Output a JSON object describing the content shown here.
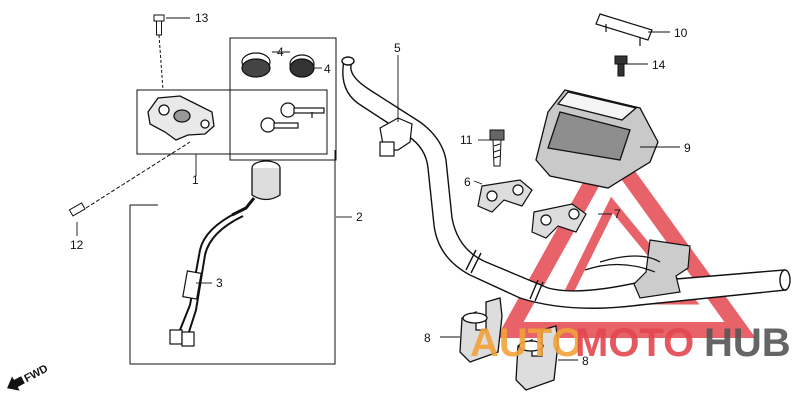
{
  "callouts": {
    "c1": "1",
    "c2": "2",
    "c3": "3",
    "c4a": "4",
    "c4b": "4",
    "c5": "5",
    "c6": "6",
    "c7": "7",
    "c8a": "8",
    "c8b": "8",
    "c9": "9",
    "c10": "10",
    "c11": "11",
    "c12": "12",
    "c13": "13",
    "c14": "14"
  },
  "fwd_label": "FWD",
  "watermark": {
    "part1": "AUTO",
    "part2": "MOTO",
    "part3": "HUB"
  },
  "colors": {
    "line": "#111111",
    "watermark_orange": "#f2a23a",
    "watermark_red": "#e3474f",
    "watermark_dark": "#555555"
  }
}
